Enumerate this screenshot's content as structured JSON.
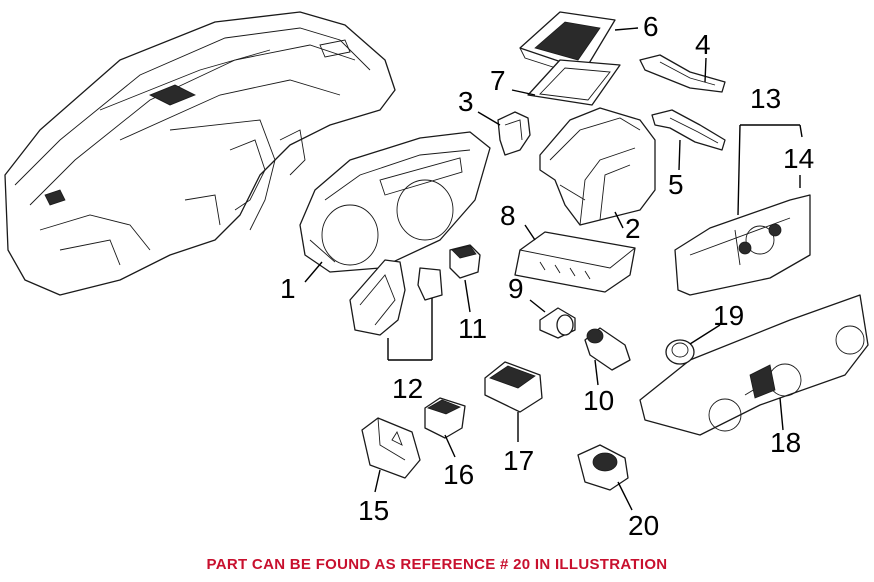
{
  "labels": {
    "n1": "1",
    "n2": "2",
    "n3": "3",
    "n4": "4",
    "n5": "5",
    "n6": "6",
    "n7": "7",
    "n8": "8",
    "n9": "9",
    "n10": "10",
    "n11": "11",
    "n12": "12",
    "n13": "13",
    "n14": "14",
    "n15": "15",
    "n16": "16",
    "n17": "17",
    "n18": "18",
    "n19": "19",
    "n20": "20"
  },
  "footer": {
    "text": "PART CAN BE FOUND AS REFERENCE # 20 IN ILLUSTRATION",
    "color": "#c8102e"
  },
  "colors": {
    "line": "#1a1a1a",
    "background": "#ffffff"
  }
}
